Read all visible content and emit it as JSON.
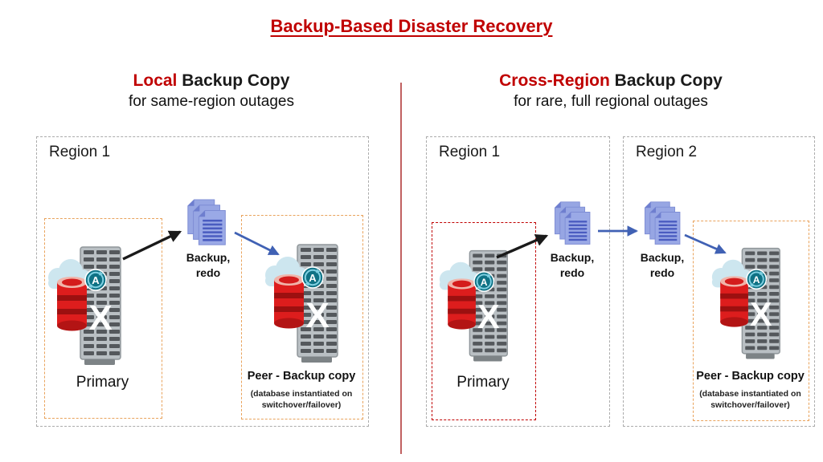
{
  "title": "Backup-Based Disaster Recovery",
  "left_panel": {
    "heading_highlight": "Local",
    "heading_rest": " Backup Copy",
    "subheading": "for same-region outages",
    "region1": "Region 1",
    "primary_label": "Primary",
    "backup_files_label": [
      "Backup,",
      "redo"
    ],
    "peer_label": "Peer - Backup copy",
    "peer_note": "(database instantiated on switchover/failover)"
  },
  "right_panel": {
    "heading_highlight": "Cross-Region",
    "heading_rest": " Backup Copy",
    "subheading": "for rare, full regional outages",
    "region1": "Region 1",
    "region2": "Region 2",
    "primary_label": "Primary",
    "backup_files1_label": [
      "Backup,",
      "redo"
    ],
    "backup_files2_label": [
      "Backup,",
      "redo"
    ],
    "peer_label": "Peer - Backup copy",
    "peer_note": "(database instantiated on switchover/failover)"
  },
  "icons": {
    "db_system": "cloud + exadata-server + oracle-database + autonomous-badge",
    "backup_files": "stacked-documents",
    "server_letter": "X",
    "badge_letter": "A"
  },
  "colors": {
    "title_red": "#C00000",
    "divider_red": "#B13A3A",
    "region_border_gray": "#ABABAB",
    "inner_box_orange": "#E9A35C",
    "inner_box_red": "#C00000",
    "arrow_black": "#1A1A1A",
    "arrow_blue": "#4061B4",
    "files_fill": "#97A6E3",
    "files_lines": "#4A5CC0",
    "database_red": "#DD1D1D",
    "badge_teal": "#0F7285",
    "cloud_blue": "#CDE6EF",
    "server_gray": "#B9BFC3"
  }
}
